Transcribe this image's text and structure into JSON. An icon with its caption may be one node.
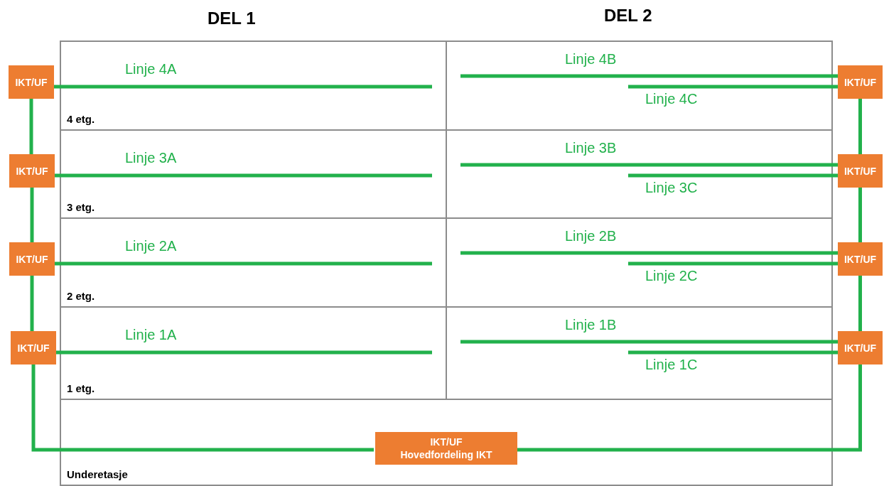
{
  "diagram": {
    "nodes": [
      {
        "text": [
          "IKT/UF"
        ]
      },
      {
        "text": [
          "4 etg."
        ]
      },
      {
        "text": [],
        "shape": "box"
      },
      {
        "text": [
          "IKT/UF"
        ]
      },
      {
        "text": [
          "IKT/UF"
        ]
      },
      {
        "text": [
          "3 etg."
        ]
      },
      {
        "text": [],
        "shape": "box"
      },
      {
        "text": [
          "IKT/UF"
        ]
      },
      {
        "text": [
          "IKT/UF"
        ]
      },
      {
        "text": [
          "2 etg."
        ]
      },
      {
        "text": [],
        "shape": "box"
      },
      {
        "text": [
          "IKT/UF"
        ]
      },
      {
        "text": [
          "IKT/UF"
        ]
      },
      {
        "text": [
          "1 etg."
        ]
      },
      {
        "text": [],
        "shape": "box"
      },
      {
        "text": [
          "IKT/UF"
        ]
      },
      {
        "text": [
          "Underetasje"
        ]
      },
      {
        "text": [
          "IKT/UF",
          "Hovedfordeling IKT"
        ],
        "in": 16
      }
    ],
    "edges": [
      {
        "from": 0,
        "to": 1,
        "arrow": "none",
        "label": "Linje 4A"
      },
      {
        "from": 3,
        "to": 2,
        "arrow": "none",
        "label": "Linje 4B"
      },
      {
        "from": 3,
        "to": 2,
        "arrow": "none",
        "label": "Linje 4C"
      },
      {
        "from": 4,
        "to": 5,
        "arrow": "none",
        "label": "Linje 3A"
      },
      {
        "from": 7,
        "to": 6,
        "arrow": "none",
        "label": "Linje 3B"
      },
      {
        "from": 7,
        "to": 6,
        "arrow": "none",
        "label": "Linje 3C"
      },
      {
        "from": 8,
        "to": 9,
        "arrow": "none",
        "label": "Linje 2A"
      },
      {
        "from": 11,
        "to": 10,
        "arrow": "none",
        "label": "Linje 2B"
      },
      {
        "from": 11,
        "to": 10,
        "arrow": "none",
        "label": "Linje 2C"
      },
      {
        "from": 12,
        "to": 13,
        "arrow": "none",
        "label": "Linje 1A"
      },
      {
        "from": 15,
        "to": 14,
        "arrow": "none",
        "label": "Linje 1B"
      },
      {
        "from": 15,
        "to": 14,
        "arrow": "none",
        "label": "Linje 1C"
      },
      {
        "from": 0,
        "to": 4,
        "arrow": "none"
      },
      {
        "from": 4,
        "to": 8,
        "arrow": "none"
      },
      {
        "from": 8,
        "to": 12,
        "arrow": "none"
      },
      {
        "from": 12,
        "to": 17,
        "arrow": "none"
      },
      {
        "from": 3,
        "to": 7,
        "arrow": "none"
      },
      {
        "from": 7,
        "to": 11,
        "arrow": "none"
      },
      {
        "from": 11,
        "to": 15,
        "arrow": "none"
      },
      {
        "from": 15,
        "to": 17,
        "arrow": "none"
      }
    ],
    "labels": [
      "DEL 1",
      "DEL 2"
    ]
  }
}
